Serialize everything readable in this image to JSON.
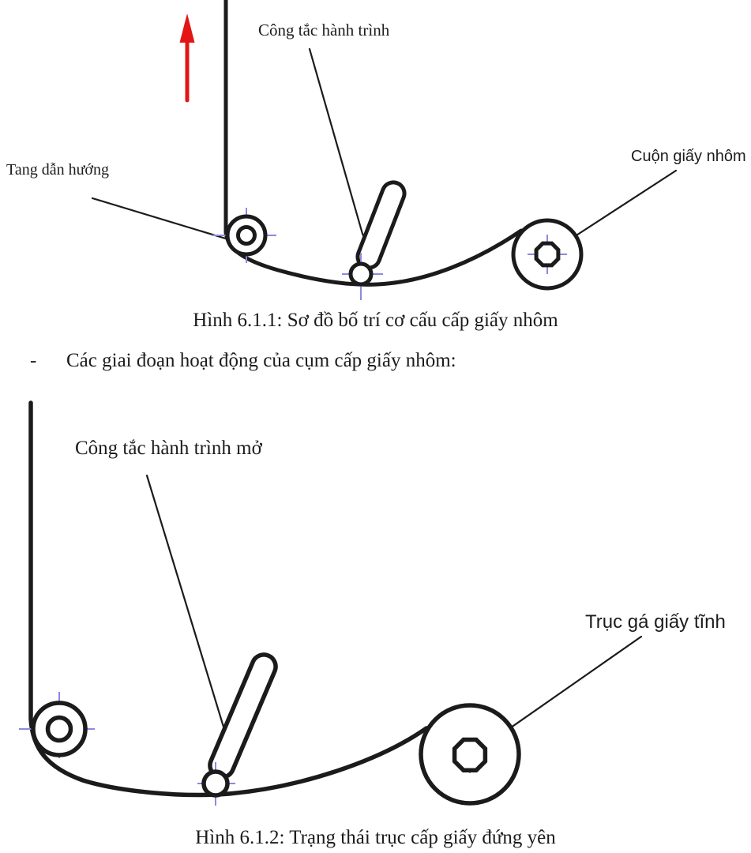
{
  "document": {
    "language": "vi",
    "type": "scanned-technical-document-page"
  },
  "figure1": {
    "labels": {
      "limit_switch": "Công tắc hành trình",
      "guide_drum": "Tang dẫn hướng",
      "foil_roll": "Cuộn giấy nhôm"
    },
    "caption": "Hình 6.1.1: Sơ đồ bố trí cơ cấu cấp giấy nhôm"
  },
  "body_text": {
    "bullet_marker": "-",
    "line": "Các giai đoạn hoạt động của cụm cấp giấy nhôm:"
  },
  "figure2": {
    "labels": {
      "limit_switch_open": "Công tắc hành trình mở",
      "static_foil_shaft": "Trục gá giấy tĩnh"
    },
    "caption": "Hình 6.1.2: Trạng thái trục cấp giấy đứng yên"
  },
  "colors": {
    "line": "#1b1b1b",
    "crosshair": "#8a8ae0",
    "arrow": "#e51414",
    "paper": "#ffffff",
    "ink": "#1c1c1c"
  }
}
